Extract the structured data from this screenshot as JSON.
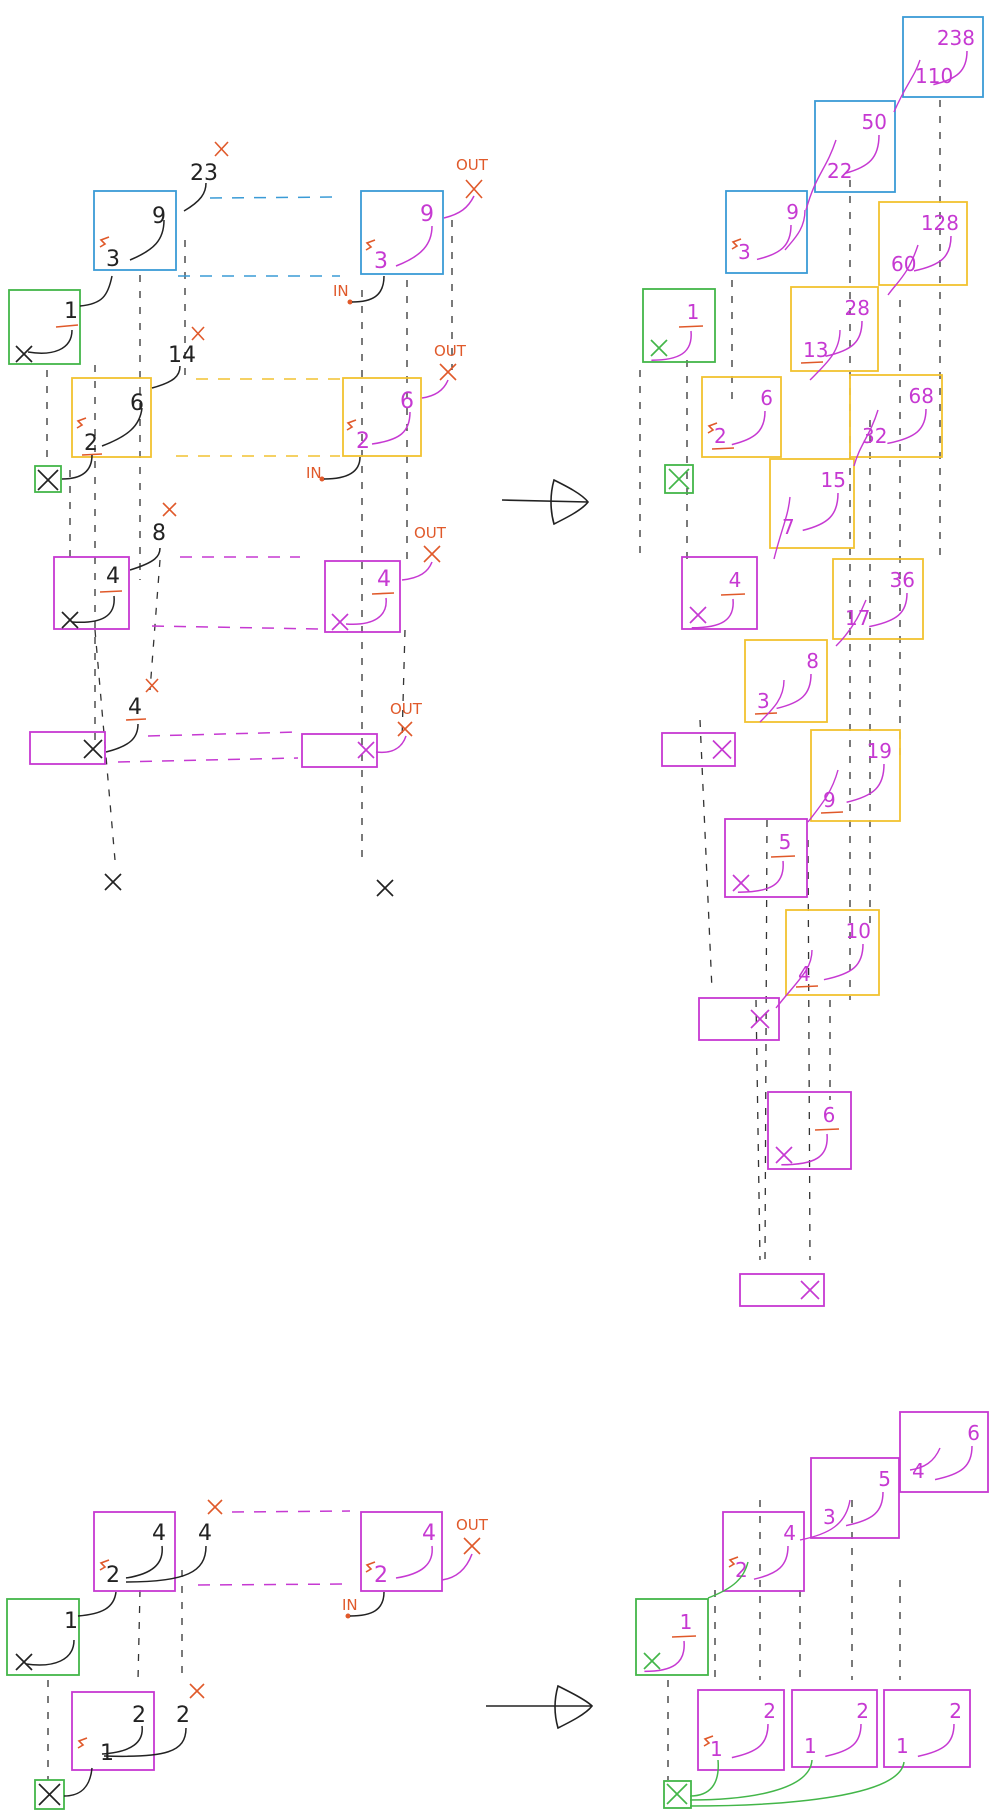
{
  "colors": {
    "blue": "#3a9bd6",
    "green": "#43b649",
    "yellow": "#f2c230",
    "magenta": "#c639d2",
    "orange": "#e0592a",
    "ink": "#222222"
  },
  "labels": {
    "out": "OUT",
    "in": "IN"
  },
  "icons": {
    "cross": "x-mark-icon",
    "radical": "radical-icon",
    "arrow": "implies-arrow-icon"
  },
  "top_left": {
    "blue_box": {
      "a": "9",
      "b": "3"
    },
    "green_box": {
      "a": "1"
    },
    "yellow_box": {
      "a": "6",
      "b": "2"
    },
    "purple_box": {
      "a": "4"
    },
    "floating": [
      "23",
      "14",
      "8",
      "4"
    ]
  },
  "top_middle": {
    "blue_box": {
      "a": "9",
      "b": "3"
    },
    "yellow_box": {
      "a": "6",
      "b": "2"
    },
    "purple_box": {
      "a": "4"
    }
  },
  "top_right": {
    "blue": [
      {
        "a": "238",
        "b": "110"
      },
      {
        "a": "50",
        "b": "22"
      },
      {
        "a": "9",
        "b": "3"
      }
    ],
    "green": [
      {
        "a": "1"
      }
    ],
    "yellow": [
      {
        "a": "128",
        "b": "60"
      },
      {
        "a": "28",
        "b": "13"
      },
      {
        "a": "6",
        "b": "2"
      },
      {
        "a": "68",
        "b": "32"
      },
      {
        "a": "15",
        "b": "7"
      },
      {
        "a": "36",
        "b": "17"
      },
      {
        "a": "8",
        "b": "3"
      },
      {
        "a": "19",
        "b": "9"
      },
      {
        "a": "10",
        "b": "4"
      }
    ],
    "purple": [
      {
        "a": "4"
      },
      {
        "a": "5"
      },
      {
        "a": "6"
      }
    ]
  },
  "bottom_left": {
    "purple_top": {
      "a": "4",
      "b": "2"
    },
    "green_box": {
      "a": "1"
    },
    "purple_bottom": {
      "a": "2",
      "b": "1"
    },
    "floating": [
      "4",
      "2"
    ]
  },
  "bottom_middle": {
    "purple_box": {
      "a": "4",
      "b": "2"
    }
  },
  "bottom_right": {
    "purple": [
      {
        "a": "6",
        "b": "4"
      },
      {
        "a": "5",
        "b": "3"
      },
      {
        "a": "4",
        "b": "2"
      },
      {
        "a": "2",
        "b": "1"
      },
      {
        "a": "2",
        "b": "1"
      },
      {
        "a": "2",
        "b": "1"
      }
    ],
    "green": [
      {
        "a": "1"
      }
    ]
  }
}
